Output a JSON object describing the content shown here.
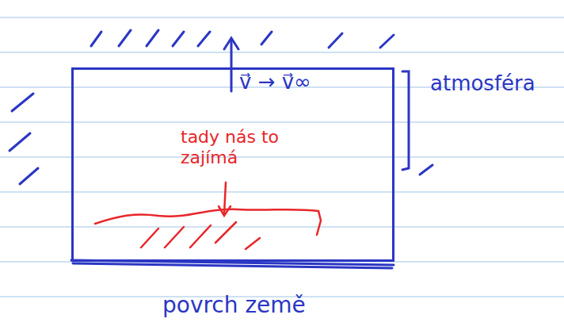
{
  "diagram": {
    "nodes": [
      {
        "text": [
          "atmosféra"
        ]
      }
    ],
    "labels": [
      "v⃗ → v⃗∞",
      "tady nás to zajímá",
      "povrch země"
    ]
  }
}
